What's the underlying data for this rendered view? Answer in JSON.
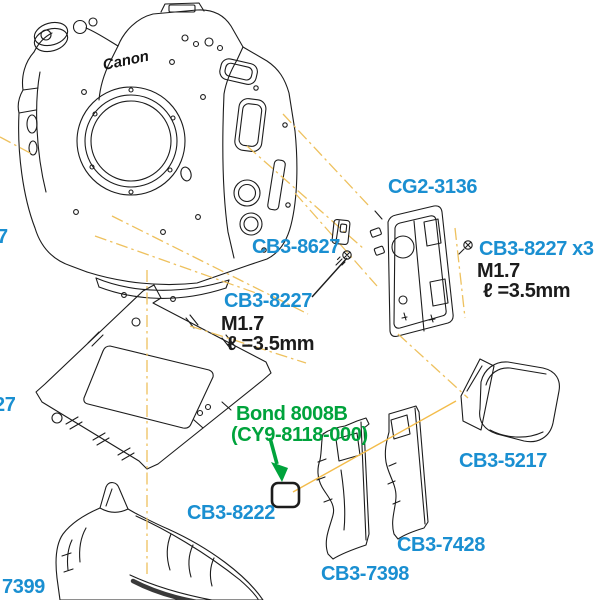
{
  "colors": {
    "part_label_blue": "#1a8fd1",
    "spec_text_black": "#1b1b1b",
    "adhesive_green": "#00a33c",
    "axis_line_yellow": "#eec15e",
    "guide_line_orange": "#f3bc4a",
    "line_art_ink": "#1c1c1c"
  },
  "labels": {
    "cg2_3136": "CG2-3136",
    "cb3_8627": "CB3-8627",
    "cb3_8227_x3": "CB3-8227 x3",
    "cb3_8227": "CB3-8227",
    "screw_size": "M1.7",
    "screw_length": "ℓ =3.5mm",
    "bond_name": "Bond 8008B",
    "bond_part": "(CY9-8118-000)",
    "cb3_8222": "CB3-8222",
    "cb3_5217": "CB3-5217",
    "cb3_7428": "CB3-7428",
    "cb3_7398": "CB3-7398",
    "part_7399_partial": "7399",
    "part_7_partial": "7",
    "part_27_partial": "27",
    "camera_logo": "Canon"
  }
}
